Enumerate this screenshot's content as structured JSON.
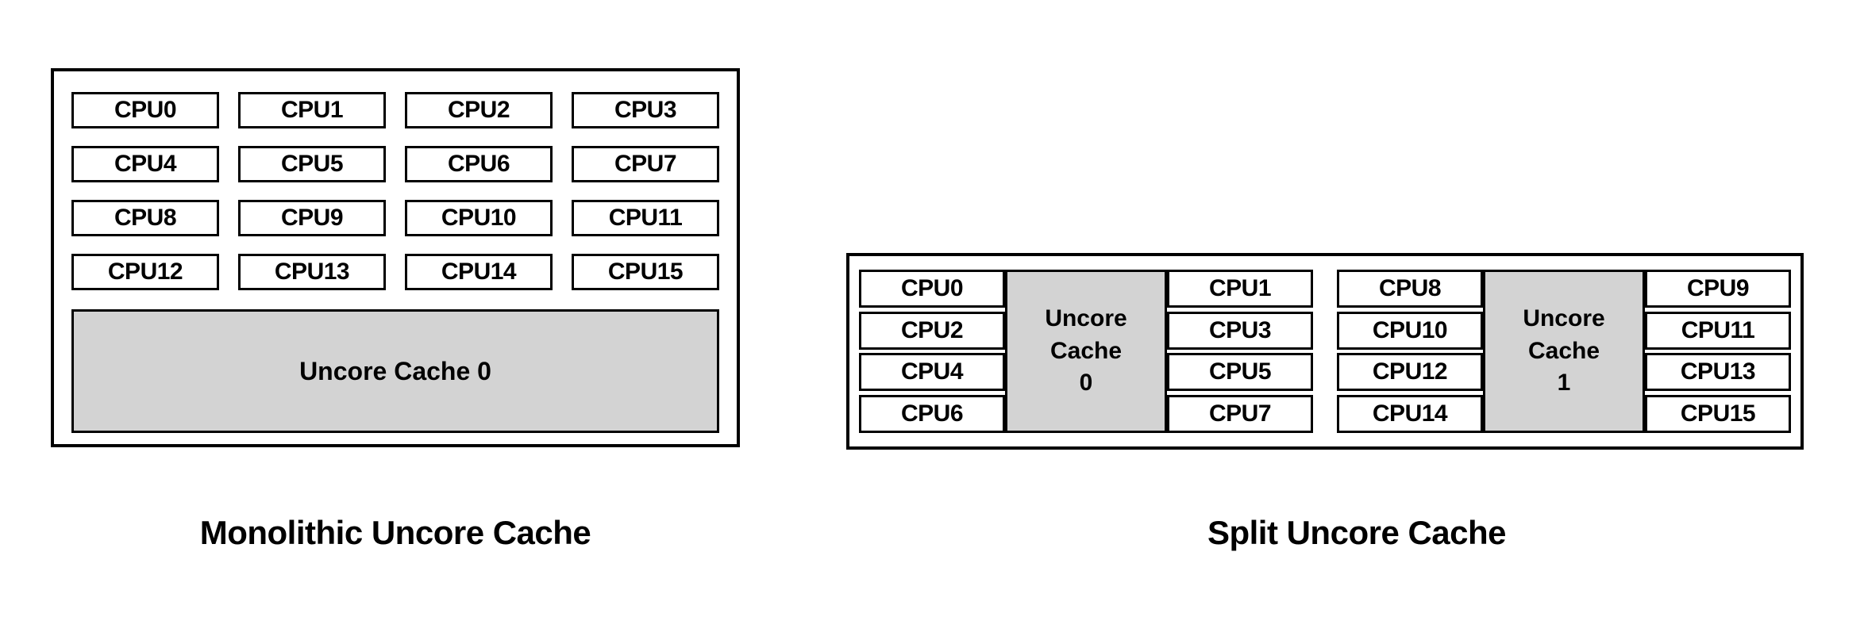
{
  "left_diagram": {
    "caption": "Monolithic Uncore Cache",
    "cpus": [
      "CPU0",
      "CPU1",
      "CPU2",
      "CPU3",
      "CPU4",
      "CPU5",
      "CPU6",
      "CPU7",
      "CPU8",
      "CPU9",
      "CPU10",
      "CPU11",
      "CPU12",
      "CPU13",
      "CPU14",
      "CPU15"
    ],
    "cache_label": "Uncore Cache 0"
  },
  "right_diagram": {
    "caption": "Split Uncore Cache",
    "clusters": [
      {
        "left_cpus": [
          "CPU0",
          "CPU2",
          "CPU4",
          "CPU6"
        ],
        "cache_label": "Uncore\nCache\n0",
        "right_cpus": [
          "CPU1",
          "CPU3",
          "CPU5",
          "CPU7"
        ]
      },
      {
        "left_cpus": [
          "CPU8",
          "CPU10",
          "CPU12",
          "CPU14"
        ],
        "cache_label": "Uncore\nCache\n1",
        "right_cpus": [
          "CPU9",
          "CPU11",
          "CPU13",
          "CPU15"
        ]
      }
    ]
  },
  "colors": {
    "cache_fill": "#d3d3d3",
    "border": "#000000",
    "background": "#ffffff",
    "text": "#000000"
  }
}
